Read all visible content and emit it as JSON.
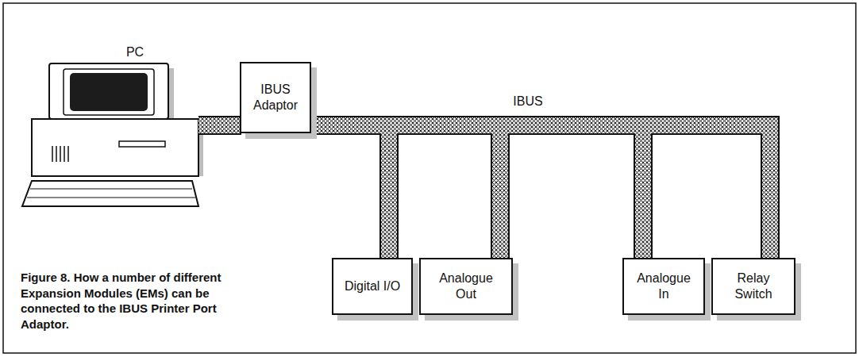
{
  "diagram": {
    "caption": "Figure 8. How a number of different Expansion Modules (EMs) can be connected to the IBUS Printer Port Adaptor.",
    "nodes": [
      {
        "text": [
          "IBUS Adaptor"
        ]
      },
      {
        "text": [
          "Digital I/O"
        ]
      },
      {
        "text": [
          "Analogue Out"
        ]
      },
      {
        "text": [
          "Analogue In"
        ]
      },
      {
        "text": [
          "Relay Switch"
        ]
      }
    ],
    "edges": [
      {
        "from": 0,
        "to": 1,
        "arrow": "none"
      },
      {
        "from": 0,
        "to": 2,
        "arrow": "none"
      },
      {
        "from": 0,
        "to": 3,
        "arrow": "none"
      },
      {
        "from": 0,
        "to": 4,
        "arrow": "none"
      }
    ],
    "labels": [
      "PC",
      "IBUS"
    ]
  }
}
